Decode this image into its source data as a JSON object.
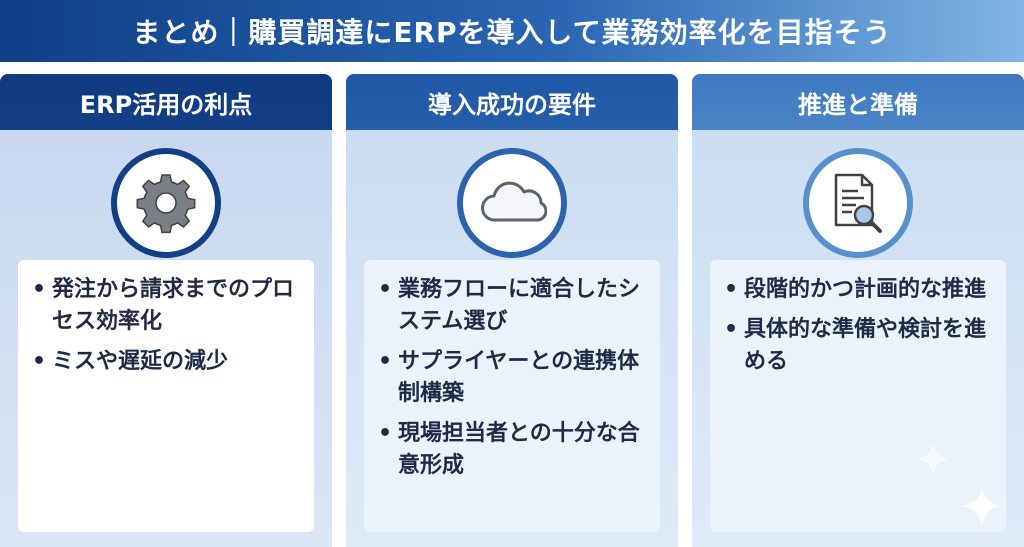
{
  "title": "まとめ｜購買調達にERPを導入して業務効率化を目指そう",
  "bullet_symbol": "•",
  "columns": [
    {
      "heading": "ERP活用の利点",
      "icon": "gear-icon",
      "bullets": [
        "発注から請求までのプロセス効率化",
        "ミスや遅延の減少"
      ]
    },
    {
      "heading": "導入成功の要件",
      "icon": "cloud-icon",
      "bullets": [
        "業務フローに適合したシステム選び",
        "サプライヤーとの連携体制構築",
        "現場担当者との十分な合意形成"
      ]
    },
    {
      "heading": "推進と準備",
      "icon": "document-search-icon",
      "bullets": [
        "段階的かつ計画的な推進",
        "具体的な準備や検討を進める"
      ]
    }
  ],
  "colors": {
    "title_gradient_start": "#0d3f86",
    "title_gradient_end": "#7fb6e6",
    "heading_1": "#123f85",
    "heading_2": "#245da9",
    "heading_3": "#4a84c6",
    "bullet_text": "#1f2a44"
  }
}
